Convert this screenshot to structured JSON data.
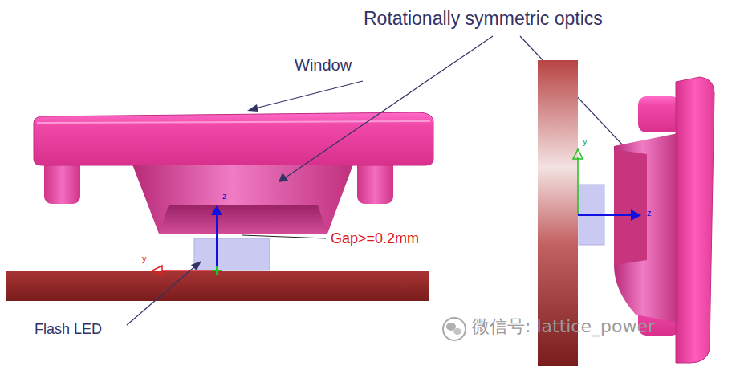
{
  "diagram": {
    "labels": [
      "Rotationally symmetric optics",
      "Window",
      "Gap>=0.2mm",
      "Flash LED",
      "z",
      "y",
      "y",
      "z",
      "微信号: lattice_power"
    ]
  }
}
